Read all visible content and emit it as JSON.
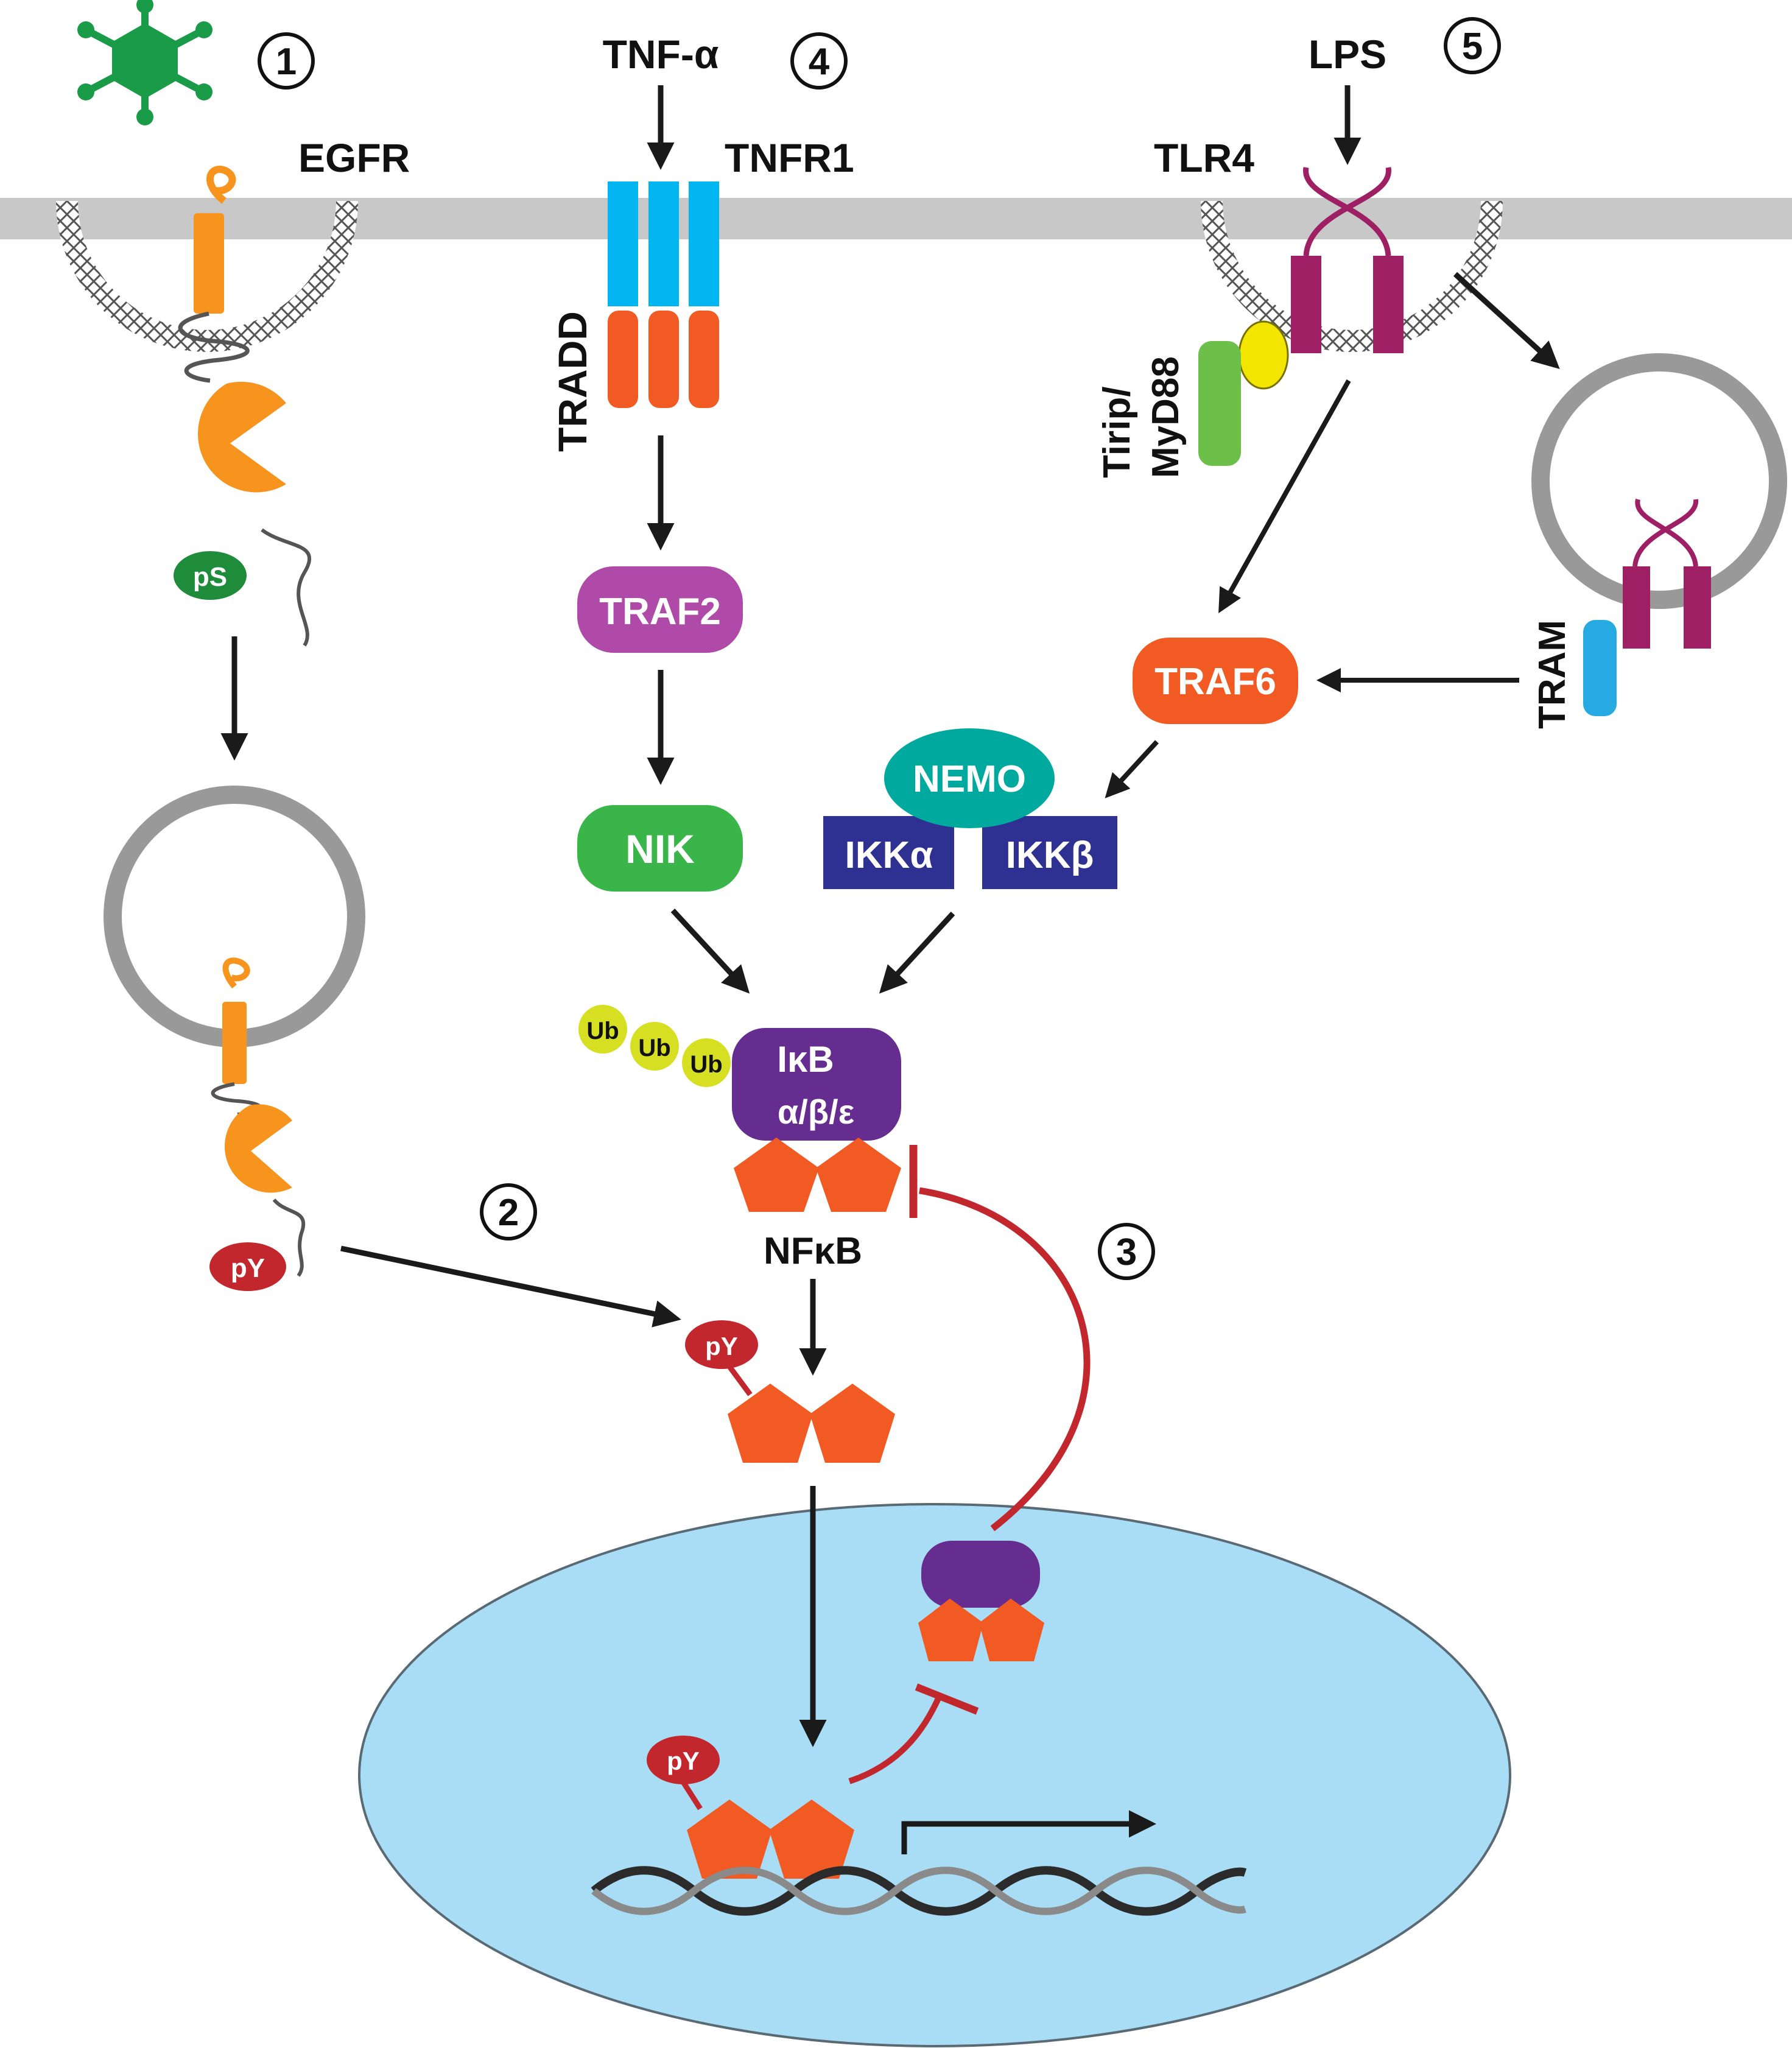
{
  "labels": {
    "egfr": "EGFR",
    "tnf_alpha": "TNF-α",
    "tnfr1": "TNFR1",
    "tradd": "TRADD",
    "traf2": "TRAF2",
    "nik": "NIK",
    "lps": "LPS",
    "tlr4": "TLR4",
    "tirip_line1": "Tirip/",
    "tirip_line2": "MyD88",
    "tram": "TRAM",
    "traf6": "TRAF6",
    "nemo": "NEMO",
    "ikk_alpha": "IKKα",
    "ikk_beta": "IKKβ",
    "ikb_line1": "IκB",
    "ikb_line2": "α/β/ε",
    "ub": "Ub",
    "nfkb": "NFκB",
    "ps": "pS",
    "py": "pY"
  },
  "steps": [
    "1",
    "2",
    "3",
    "4",
    "5"
  ],
  "colors": {
    "membrane": "#c8c8c8",
    "egfr": "#f7941d",
    "tnfr1_ext": "#00b5f0",
    "tradd": "#f15a22",
    "traf2": "#b04aa8",
    "nik": "#39b54a",
    "tlr4": "#9e1f63",
    "myd88": "#6cc04a",
    "tirip": "#f2e500",
    "tram": "#27aae1",
    "traf6": "#f15a22",
    "nemo": "#00a99d",
    "ikk": "#2e3192",
    "ikb": "#662d91",
    "ub": "#d7df23",
    "nfkb": "#f15a22",
    "phospho_ser": "#1e8c3a",
    "phospho_tyr": "#c1272d",
    "inhibition": "#c1272d",
    "nucleus": "#a9dcf5",
    "virus": "#1a9b48"
  },
  "icons": [
    "virus-icon",
    "dna-icon",
    "transcription-arrow-icon"
  ]
}
